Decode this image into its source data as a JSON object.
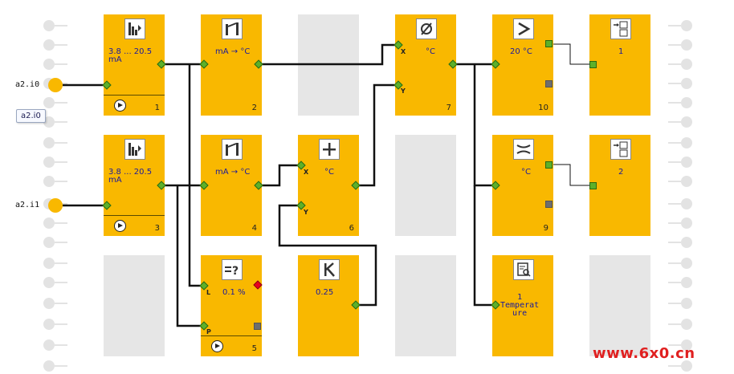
{
  "inputs": [
    {
      "label": "a2.i0"
    },
    {
      "label": "a2.i1"
    }
  ],
  "tooltip": "a2.i0",
  "blocks": {
    "b1": {
      "value": "3.8 ... 20.5\nmA",
      "number": "1",
      "icon": "analog-scale-icon"
    },
    "b3": {
      "value": "3.8 ... 20.5\nmA",
      "number": "3",
      "icon": "analog-scale-icon"
    },
    "b2": {
      "value": "mA → °C",
      "number": "2",
      "icon": "convert-icon"
    },
    "b4": {
      "value": "mA → °C",
      "number": "4",
      "icon": "convert-icon"
    },
    "b5": {
      "value": "0.1 %",
      "number": "5",
      "icon": "compare-equal-icon",
      "port_top": "L",
      "port_bottom": "P"
    },
    "b6": {
      "value": "°C",
      "number": "6",
      "icon": "plus-icon",
      "port_top": "X",
      "port_bottom": "Y"
    },
    "b8": {
      "value": "0.25",
      "icon": "constant-k-icon"
    },
    "b7": {
      "value": "°C",
      "number": "7",
      "icon": "average-icon",
      "port_top": "X",
      "port_bottom": "Y"
    },
    "b10": {
      "value": "20 °C",
      "number": "10",
      "icon": "greater-than-icon"
    },
    "b9": {
      "value": "°C",
      "number": "9",
      "icon": "hysteresis-icon"
    },
    "b11": {
      "value": "1\nTemperat\nure",
      "icon": "monitor-icon"
    },
    "o1": {
      "value": "1",
      "icon": "output-switch-icon"
    },
    "o2": {
      "value": "2",
      "icon": "output-switch-icon"
    }
  },
  "watermark": "www.6x0.cn"
}
